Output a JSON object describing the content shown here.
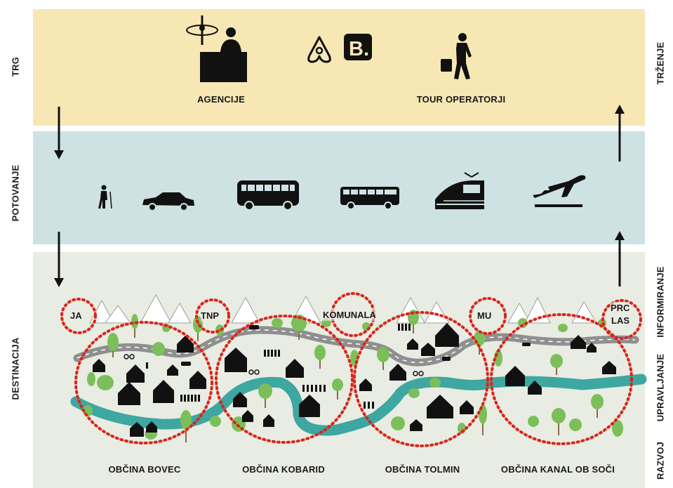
{
  "left_labels": {
    "trg": "TRG",
    "potovanje": "POTOVANJE",
    "destinacija": "DESTINACIJA"
  },
  "right_labels": {
    "trzenje": "TRŽENJE",
    "informiranje": "INFORMIRANJE",
    "upravljanje": "UPRAVLJANJE",
    "razvoj": "RAZVOJ"
  },
  "market": {
    "agencije": "AGENCIJE",
    "tour_operatorji": "TOUR OPERATORJI",
    "icons": [
      "kayak-icon",
      "agent-desk-icon",
      "airbnb-icon",
      "booking-icon",
      "traveller-icon"
    ]
  },
  "travel_icons": [
    "hiker-icon",
    "car-icon",
    "van-icon",
    "bus-icon",
    "train-icon",
    "plane-icon"
  ],
  "circles": {
    "ja": "JA",
    "tnp": "TNP",
    "komunala": "KOMUNALA",
    "mu": "MU",
    "prc": "PRC",
    "las": "LAS"
  },
  "municipalities": {
    "bovec": "OBČINA BOVEC",
    "kobarid": "OBČINA KOBARID",
    "tolmin": "OBČINA TOLMIN",
    "kanal": "OBČINA KANAL OB SOČI"
  },
  "colors": {
    "trg_band": "#f7e7b4",
    "potovanje_band": "#cfe2e3",
    "destinacija_band": "#e9ece2",
    "river": "#3ea7a1",
    "road": "#9a9a9a",
    "dotted_circle": "#d9251c",
    "tree": "#7cbf5a"
  }
}
